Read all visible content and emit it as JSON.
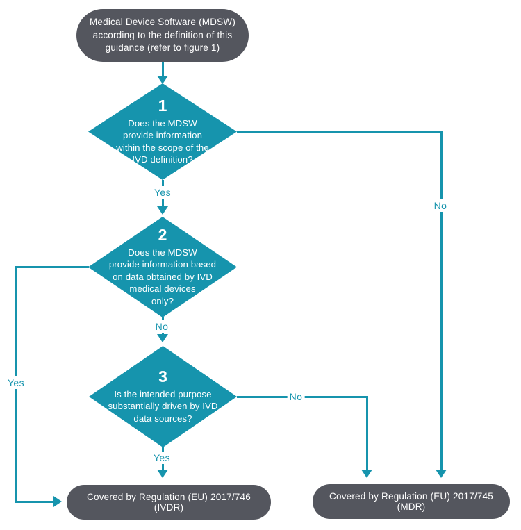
{
  "diagram": {
    "title": "MDSW IVDR/MDR qualification flowchart",
    "start": {
      "lines": [
        "Medical Device Software (MDSW)",
        "according to the definition of this",
        "guidance (refer to figure 1)"
      ]
    },
    "decisions": [
      {
        "number": "1",
        "lines": [
          "Does the MDSW",
          "provide information",
          "within the scope of the",
          "IVD definition?"
        ]
      },
      {
        "number": "2",
        "lines": [
          "Does the MDSW",
          "provide information based",
          "on data obtained by IVD",
          "medical devices",
          "only?"
        ]
      },
      {
        "number": "3",
        "lines": [
          "Is the intended purpose",
          "substantially driven by IVD",
          "data sources?"
        ]
      }
    ],
    "outcomes": {
      "ivdr": "Covered by Regulation (EU) 2017/746 (IVDR)",
      "mdr": "Covered by Regulation (EU) 2017/745 (MDR)"
    },
    "labels": {
      "d1_yes": "Yes",
      "d1_no": "No",
      "d2_no": "No",
      "d2_yes": "Yes",
      "d3_yes": "Yes",
      "d3_no": "No"
    },
    "colors": {
      "accent_teal": "#1694ad",
      "node_gray": "#54565e",
      "text_white": "#ffffff",
      "background": "#ffffff"
    }
  }
}
